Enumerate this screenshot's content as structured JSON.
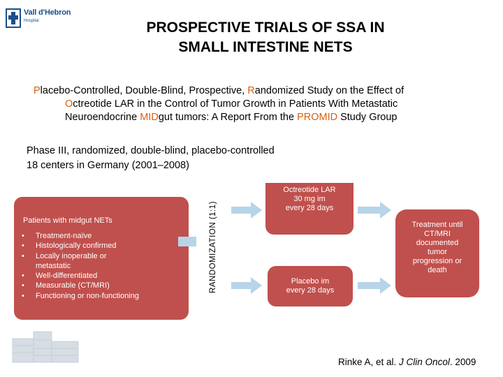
{
  "logo": {
    "name": "Vall d'Hebron",
    "subtitle": "Hospital"
  },
  "title": {
    "line1": "PROSPECTIVE TRIALS OF SSA IN",
    "line2": "SMALL INTESTINE NETS"
  },
  "study": {
    "line1_pre": "",
    "line1_hl1": "P",
    "line1_mid": "lacebo-Controlled, Double-Blind, Prospective, ",
    "line1_hl2": "R",
    "line1_post": "andomized Study on the Effect of",
    "line2_hl": "O",
    "line2_post": "ctreotide LAR in the Control of Tumor Growth in Patients With Metastatic",
    "line3_pre": "Neuroendocrine ",
    "line3_hl1": "MID",
    "line3_mid": "gut tumors: A Report From the ",
    "line3_hl2": "PROMID",
    "line3_post": " Study Group"
  },
  "phase": {
    "line1": "Phase III, randomized, double-blind, placebo-controlled",
    "line2": "18 centers in Germany (2001–2008)"
  },
  "patients": {
    "header": "Patients with midgut NETs",
    "bullet": "•",
    "items": [
      "Treatment-naïve",
      "Histologically confirmed",
      "Locally inoperable or metastatic",
      "Well-differentiated",
      "Measurable (CT/MRI)",
      "Functioning or non-functioning"
    ]
  },
  "randomization": {
    "label": "RANDOMIZATION (1:1)"
  },
  "arms": {
    "octreotide": [
      "Octreotide LAR",
      "30 mg im",
      "every 28 days"
    ],
    "placebo": [
      "Placebo im",
      "every 28 days"
    ]
  },
  "outcome": [
    "Treatment until",
    "CT/MRI",
    "documented",
    "tumor",
    "progression or",
    "death"
  ],
  "citation": {
    "authors": "Rinke A, et al. ",
    "journal": "J Clin Oncol",
    "year": ". 2009"
  },
  "colors": {
    "box": "#c0504d",
    "arrow": "#b7d4e8",
    "highlight": "#d9600f",
    "brand": "#1c4f8c"
  },
  "icons": {
    "logo": "cross-logo-icon",
    "arrow": "arrow-right-icon",
    "decoration": "hospital-building-icon"
  }
}
